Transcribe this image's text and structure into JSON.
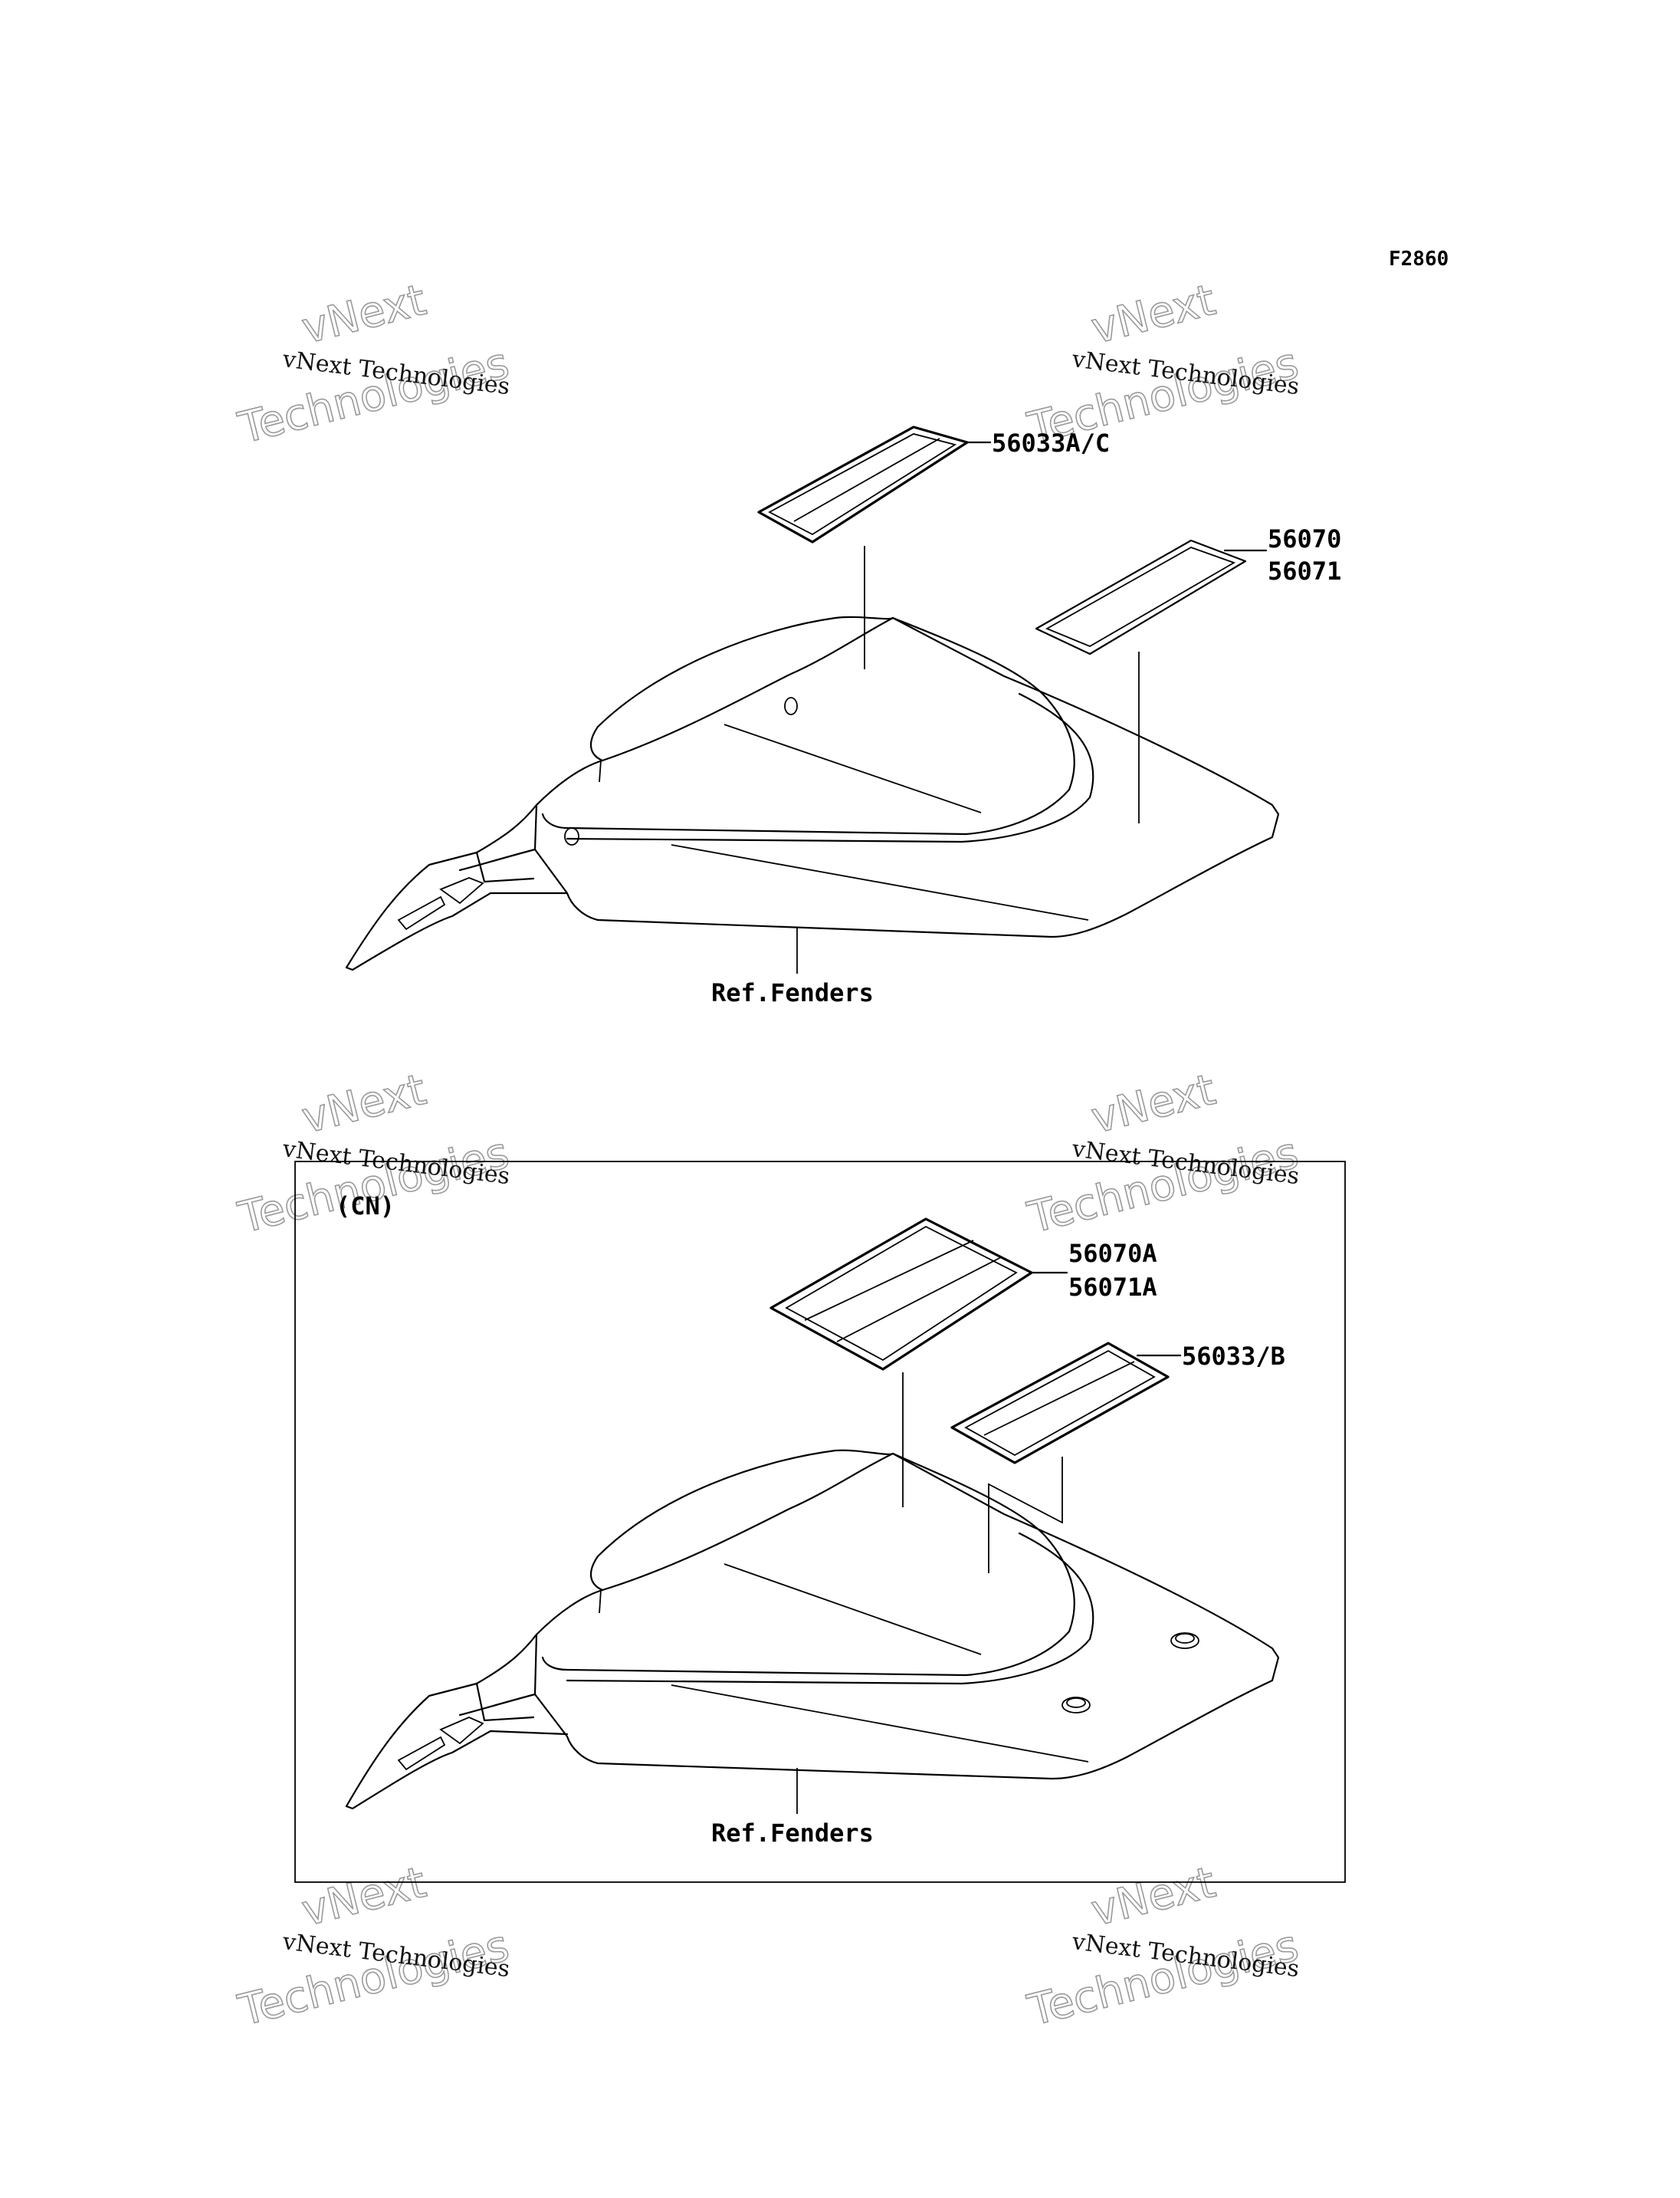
{
  "figure_code": "F2860",
  "watermark": {
    "company": "vNext Technologies",
    "line1": "vNext",
    "line2": "Technologies"
  },
  "top_view": {
    "labels": {
      "part_a": "56033A/C",
      "part_b_1": "56070",
      "part_b_2": "56071",
      "reference": "Ref.Fenders"
    }
  },
  "bottom_view": {
    "variant": "(CN)",
    "labels": {
      "part_a_1": "56070A",
      "part_a_2": "56071A",
      "part_b": "56033/B",
      "reference": "Ref.Fenders"
    }
  }
}
